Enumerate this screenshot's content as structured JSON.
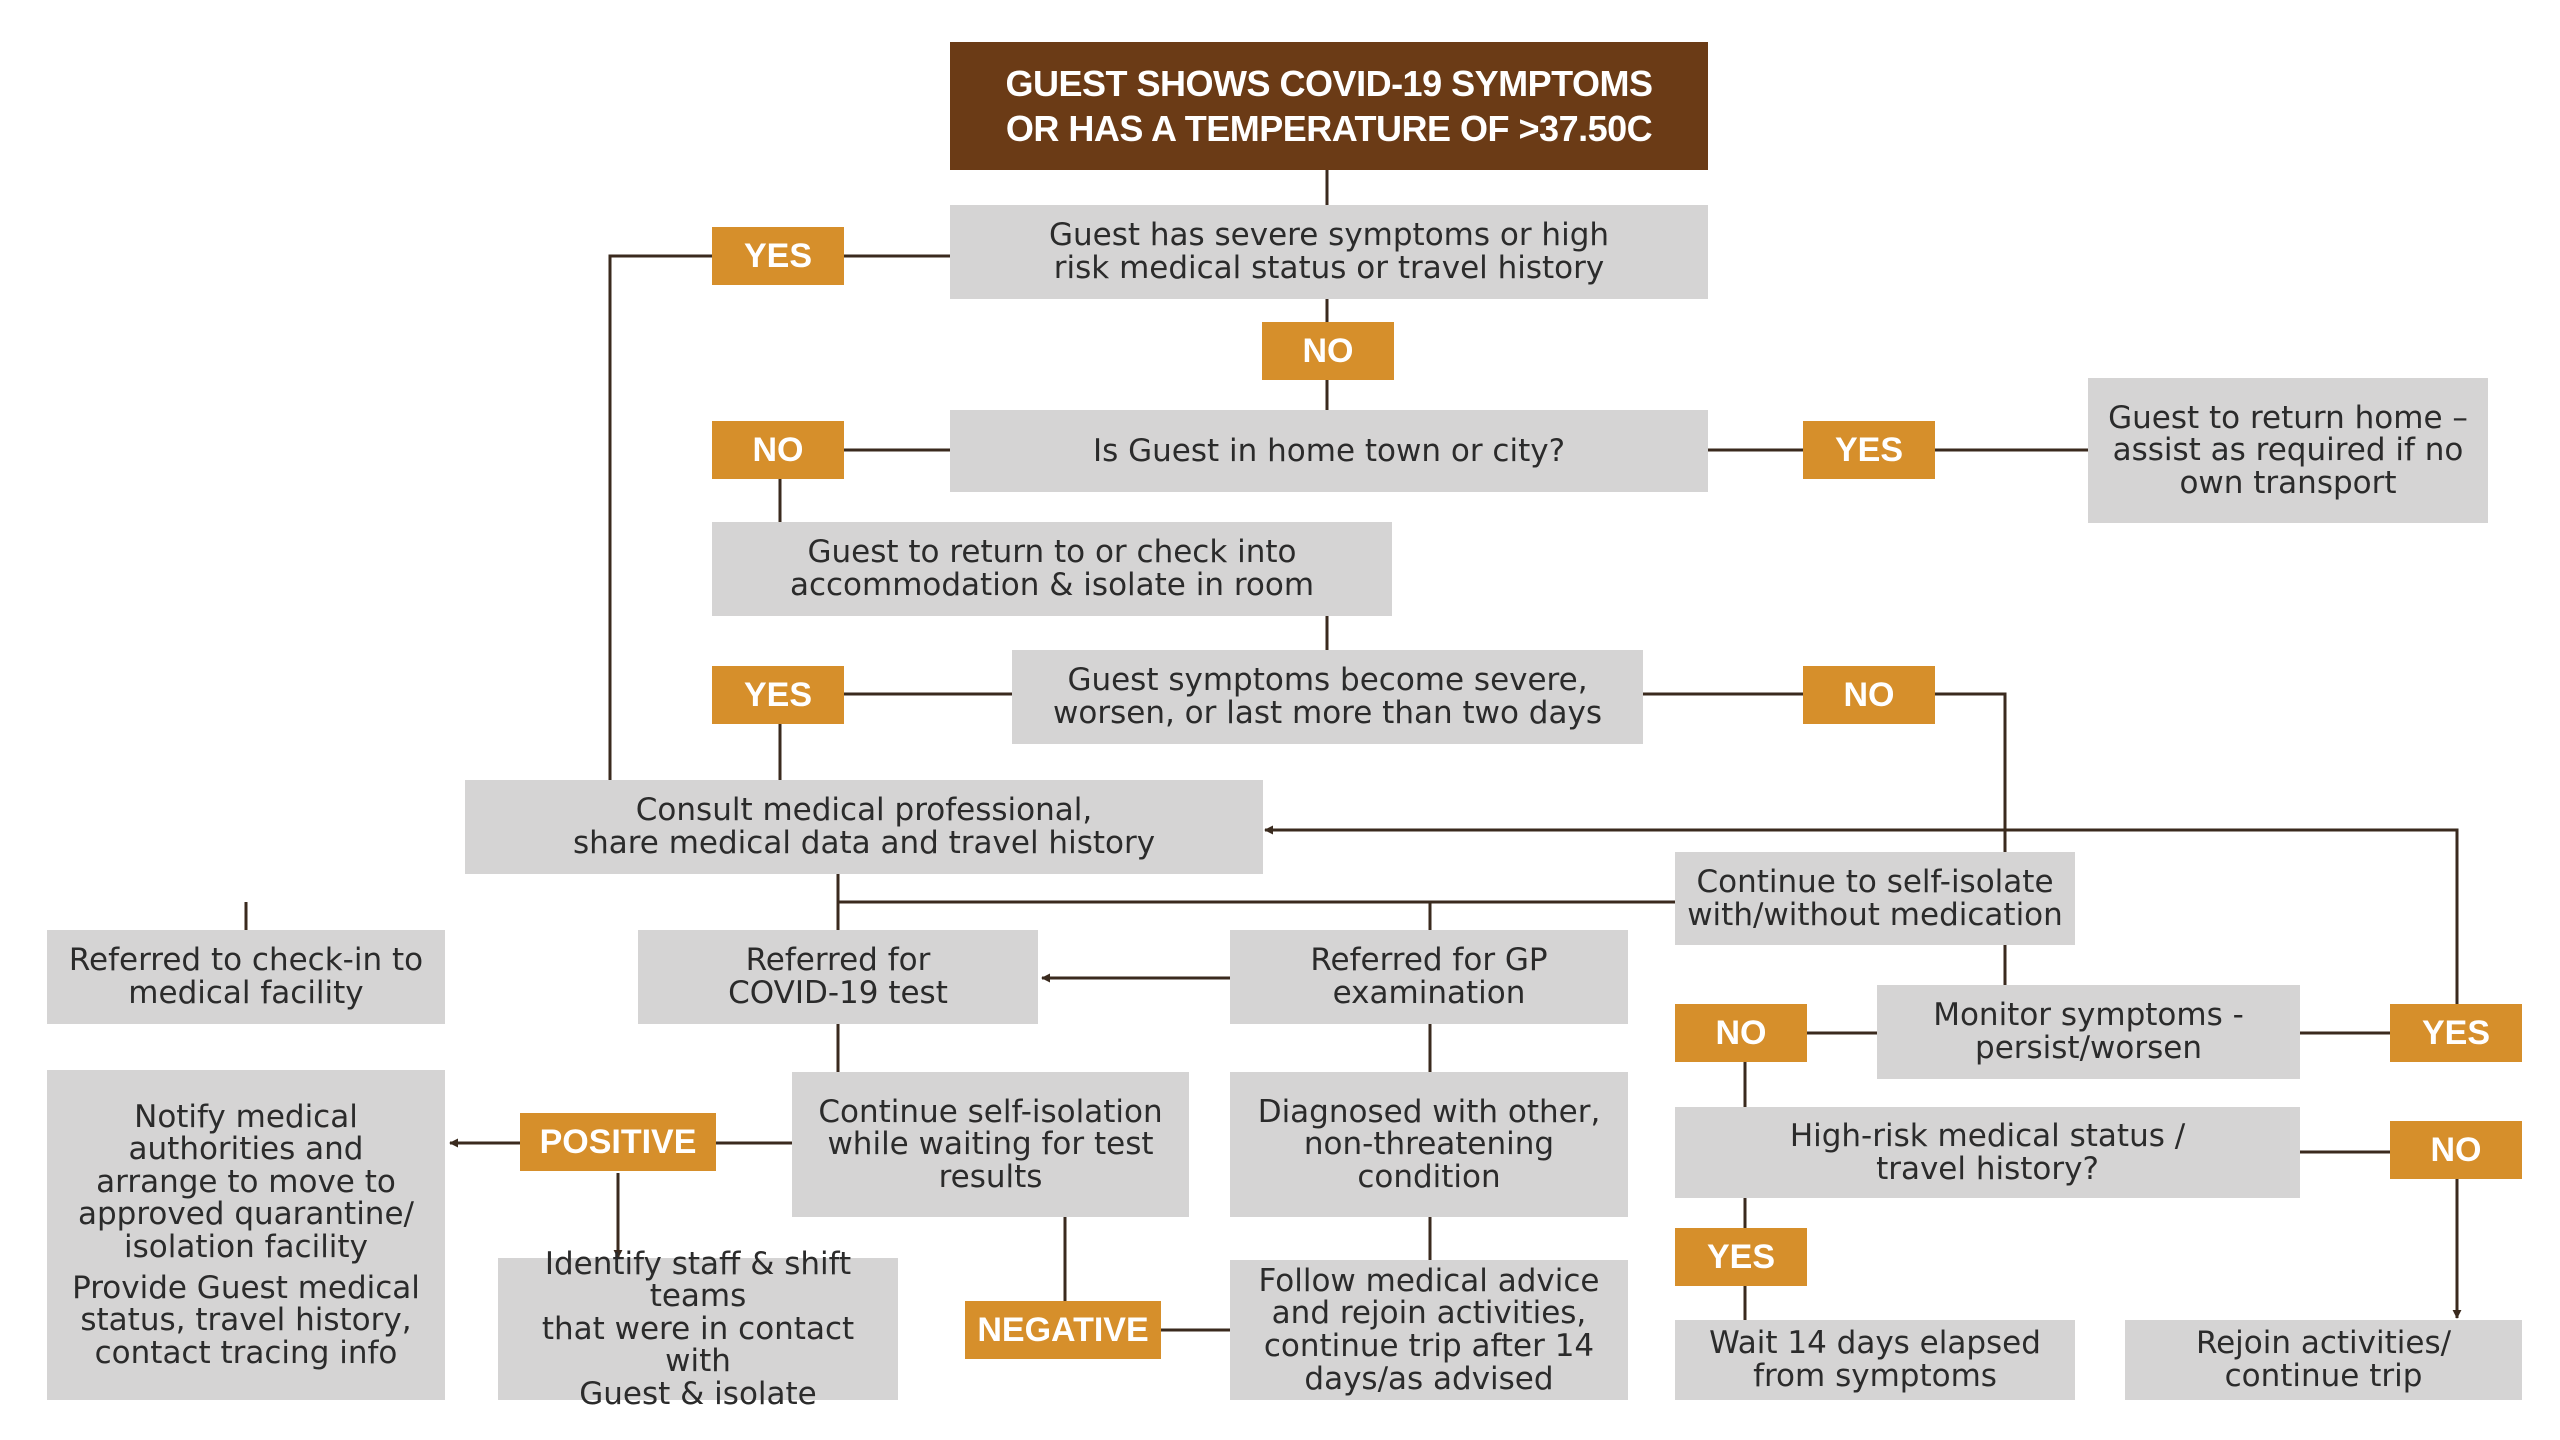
{
  "colors": {
    "title_bg": "#6b3b16",
    "box_bg": "#d5d4d4",
    "tag_bg": "#d68f2b",
    "connector": "#3a2a1e"
  },
  "nodes": {
    "start": "GUEST SHOWS COVID-19 SYMPTOMS\nOR HAS A TEMPERATURE OF >37.50C",
    "severe_check": "Guest has severe symptoms or high\nrisk medical status or travel history",
    "home_town": "Is Guest in home town or city?",
    "return_home": "Guest to return home –\nassist as required if no\nown transport",
    "isolate_room": "Guest to return to or check into\naccommodation & isolate in room",
    "symptoms_worsen": "Guest symptoms become severe,\nworsen, or last more than two days",
    "consult": "Consult medical professional,\nshare medical data and travel history",
    "self_isolate": "Continue to self-isolate\nwith/without medication",
    "medical_facility": "Referred to check-in to\nmedical facility",
    "covid_test": "Referred for\nCOVID-19 test",
    "gp_exam": "Referred for GP\nexamination",
    "monitor": "Monitor symptoms -\npersist/worsen",
    "notify": "Notify medical\nauthorities and\narrange to move to\napproved quarantine/\nisolation facility",
    "provide_info": "Provide Guest medical\nstatus, travel history,\ncontact tracing info",
    "wait_results": "Continue self-isolation\nwhile waiting for test\nresults",
    "diagnosed_other": "Diagnosed with other,\nnon-threatening\ncondition",
    "high_risk": "High-risk medical status /\ntravel history?",
    "identify_staff": "Identify staff & shift teams\nthat were in contact with\nGuest & isolate",
    "follow_advice": "Follow medical advice\nand rejoin activities,\ncontinue trip after 14\ndays/as advised",
    "wait_14": "Wait 14 days elapsed\nfrom symptoms",
    "rejoin": "Rejoin activities/\ncontinue trip"
  },
  "tags": {
    "yes_severe": "YES",
    "no_severe": "NO",
    "no_hometown": "NO",
    "yes_hometown": "YES",
    "yes_worsen": "YES",
    "no_worsen": "NO",
    "no_monitor": "NO",
    "yes_monitor": "YES",
    "positive": "POSITIVE",
    "negative": "NEGATIVE",
    "yes_highrisk": "YES",
    "no_highrisk": "NO"
  }
}
